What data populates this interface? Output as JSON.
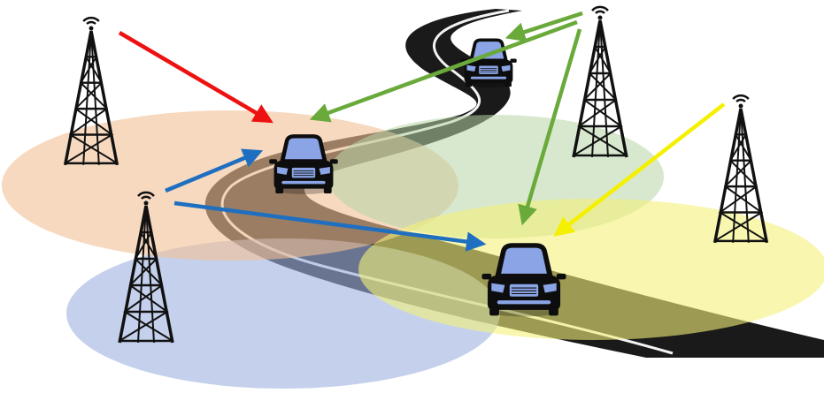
{
  "diagram": {
    "colors": {
      "background": "#ffffff",
      "road": "#1a1a1a",
      "road_center_line": "#ffffff",
      "tower": "#111111",
      "car_body": "#0d0d0d",
      "car_glass": "#8aa4e6",
      "arrow_red": "#ee1111",
      "arrow_blue": "#1f6fc0",
      "arrow_green": "#6aaa3a",
      "arrow_yellow": "#f5f000",
      "coverage_orange": "#f2bf95",
      "coverage_blue": "#9fb3e0",
      "coverage_green": "#b7d6a6",
      "coverage_yellow": "#f3f07a"
    },
    "towers": [
      {
        "id": "tower-red",
        "color_key": "coverage_orange",
        "tint": "#7a4a22"
      },
      {
        "id": "tower-blue",
        "color_key": "coverage_blue",
        "tint": "#2a3a66"
      },
      {
        "id": "tower-green",
        "color_key": "coverage_green",
        "tint": "#3a5a2a"
      },
      {
        "id": "tower-yellow",
        "color_key": "coverage_yellow",
        "tint": "#5a5a18"
      }
    ],
    "cars": [
      {
        "id": "car-far"
      },
      {
        "id": "car-middle"
      },
      {
        "id": "car-near"
      }
    ],
    "links": [
      {
        "from": "tower-red",
        "to": "car-middle",
        "color": "red"
      },
      {
        "from": "tower-blue",
        "to": "car-middle",
        "color": "blue"
      },
      {
        "from": "tower-blue",
        "to": "car-near",
        "color": "blue"
      },
      {
        "from": "tower-green",
        "to": "car-far",
        "color": "green"
      },
      {
        "from": "tower-green",
        "to": "car-middle",
        "color": "green"
      },
      {
        "from": "tower-green",
        "to": "car-near",
        "color": "green"
      },
      {
        "from": "tower-yellow",
        "to": "car-near",
        "color": "yellow"
      }
    ]
  }
}
